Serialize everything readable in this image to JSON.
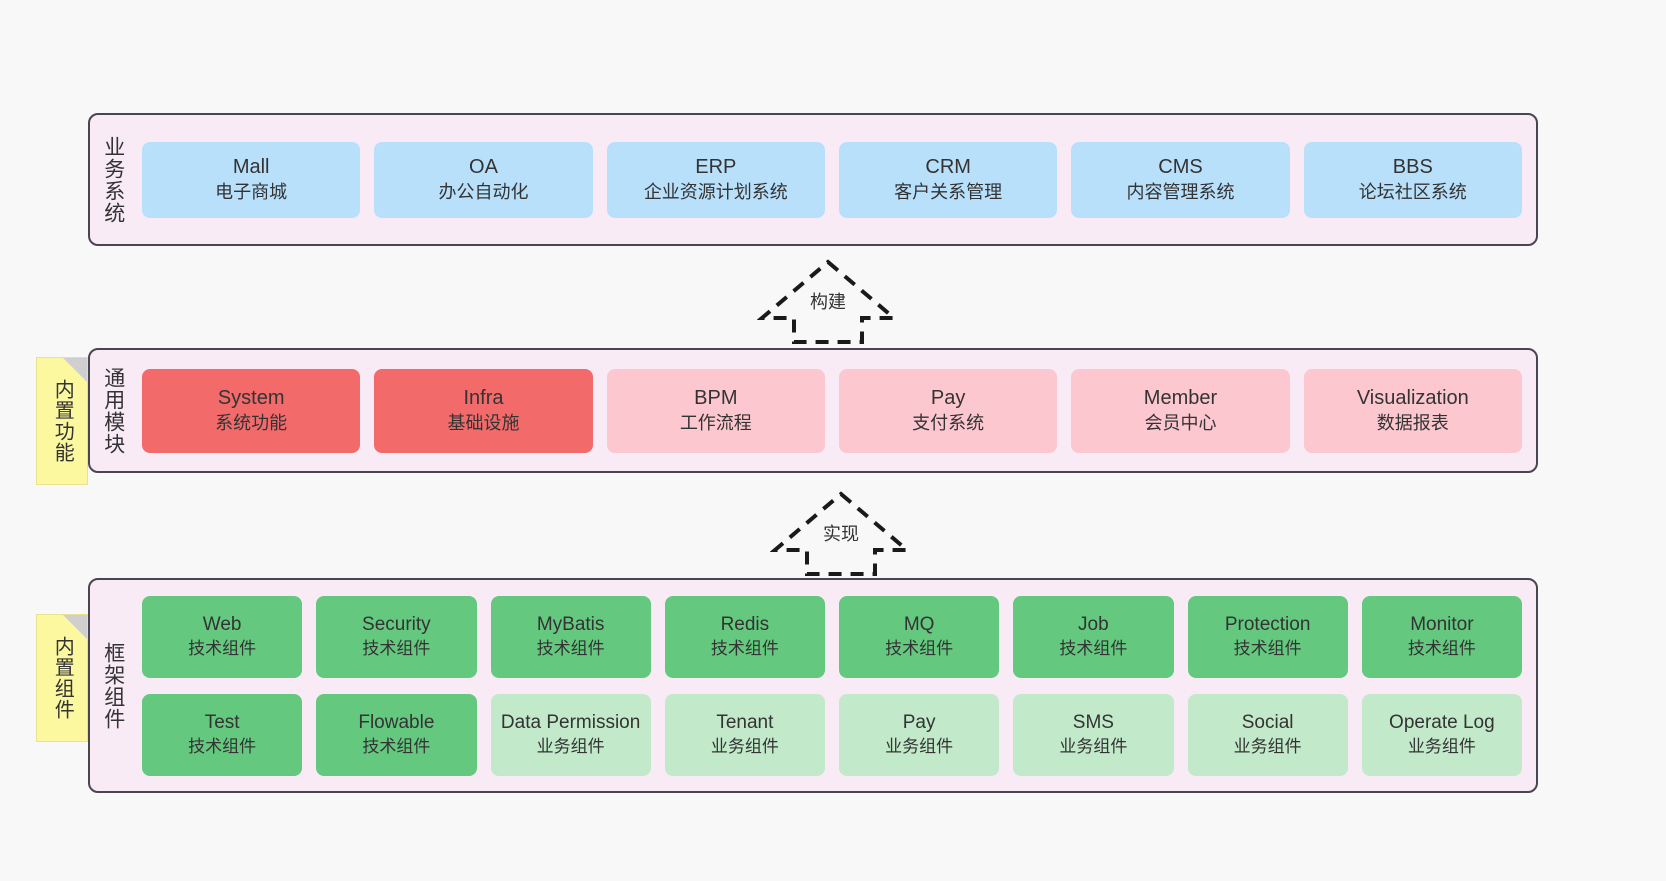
{
  "diagram": {
    "background_color": "#f8f8f8",
    "panel_color": "#f8ebf5",
    "panel_border_color": "#4a4550",
    "note_color": "#fcf8a0",
    "colors": {
      "business": "#b8e0fb",
      "module_core": "#f26a6a",
      "module_optional": "#fcc7cf",
      "framework_tech": "#64c97f",
      "framework_biz": "#c2e9ca"
    }
  },
  "layers": {
    "business": {
      "label": "业务系统",
      "items": [
        {
          "name": "Mall",
          "desc": "电子商城"
        },
        {
          "name": "OA",
          "desc": "办公自动化"
        },
        {
          "name": "ERP",
          "desc": "企业资源计划系统"
        },
        {
          "name": "CRM",
          "desc": "客户关系管理"
        },
        {
          "name": "CMS",
          "desc": "内容管理系统"
        },
        {
          "name": "BBS",
          "desc": "论坛社区系统"
        }
      ]
    },
    "modules": {
      "label": "通用模块",
      "note": "内置功能",
      "items": [
        {
          "name": "System",
          "desc": "系统功能",
          "fill": "core"
        },
        {
          "name": "Infra",
          "desc": "基础设施",
          "fill": "core"
        },
        {
          "name": "BPM",
          "desc": "工作流程",
          "fill": "optional"
        },
        {
          "name": "Pay",
          "desc": "支付系统",
          "fill": "optional"
        },
        {
          "name": "Member",
          "desc": "会员中心",
          "fill": "optional"
        },
        {
          "name": "Visualization",
          "desc": "数据报表",
          "fill": "optional"
        }
      ]
    },
    "framework": {
      "label": "框架组件",
      "note": "内置组件",
      "row1": [
        {
          "name": "Web",
          "desc": "技术组件",
          "fill": "tech"
        },
        {
          "name": "Security",
          "desc": "技术组件",
          "fill": "tech"
        },
        {
          "name": "MyBatis",
          "desc": "技术组件",
          "fill": "tech"
        },
        {
          "name": "Redis",
          "desc": "技术组件",
          "fill": "tech"
        },
        {
          "name": "MQ",
          "desc": "技术组件",
          "fill": "tech"
        },
        {
          "name": "Job",
          "desc": "技术组件",
          "fill": "tech"
        },
        {
          "name": "Protection",
          "desc": "技术组件",
          "fill": "tech"
        },
        {
          "name": "Monitor",
          "desc": "技术组件",
          "fill": "tech"
        }
      ],
      "row2": [
        {
          "name": "Test",
          "desc": "技术组件",
          "fill": "tech"
        },
        {
          "name": "Flowable",
          "desc": "技术组件",
          "fill": "tech"
        },
        {
          "name": "Data Permission",
          "desc": "业务组件",
          "fill": "biz"
        },
        {
          "name": "Tenant",
          "desc": "业务组件",
          "fill": "biz"
        },
        {
          "name": "Pay",
          "desc": "业务组件",
          "fill": "biz"
        },
        {
          "name": "SMS",
          "desc": "业务组件",
          "fill": "biz"
        },
        {
          "name": "Social",
          "desc": "业务组件",
          "fill": "biz"
        },
        {
          "name": "Operate Log",
          "desc": "业务组件",
          "fill": "biz"
        }
      ]
    }
  },
  "connectors": [
    {
      "id": "build",
      "label": "构建",
      "from": "modules",
      "to": "business"
    },
    {
      "id": "implement",
      "label": "实现",
      "from": "framework",
      "to": "modules"
    }
  ]
}
